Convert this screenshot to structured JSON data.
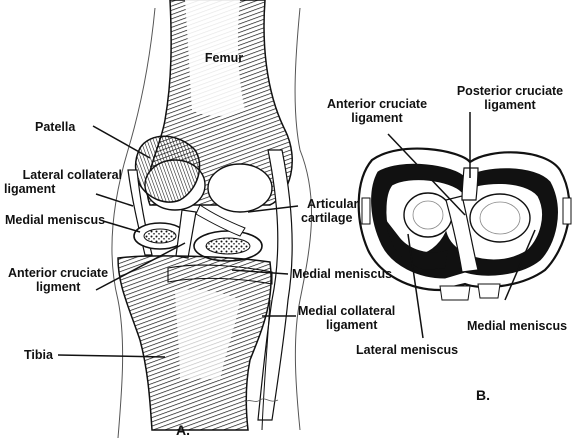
{
  "labels": {
    "femur": "Femur",
    "patella": "Patella",
    "lateral_collateral": [
      "Lateral collateral",
      "ligament"
    ],
    "medial_meniscus_a_left": "Medial meniscus",
    "anterior_cruciate_a": [
      "Anterior cruciate",
      "ligment"
    ],
    "tibia": "Tibia",
    "articular_cartilage": [
      "Articular",
      "cartilage"
    ],
    "medial_meniscus_a_right": "Medial meniscus",
    "medial_collateral": [
      "Medial collateral",
      "ligament"
    ],
    "anterior_cruciate_b": [
      "Anterior cruciate",
      "ligament"
    ],
    "posterior_cruciate_b": [
      "Posterior cruciate",
      "ligament"
    ],
    "medial_meniscus_b": "Medial meniscus",
    "lateral_meniscus_b": "Lateral meniscus",
    "panel_a": "A.",
    "panel_b": "B."
  },
  "colors": {
    "ink": "#111111",
    "paper": "#ffffff",
    "shade": "#2a2a2a"
  }
}
